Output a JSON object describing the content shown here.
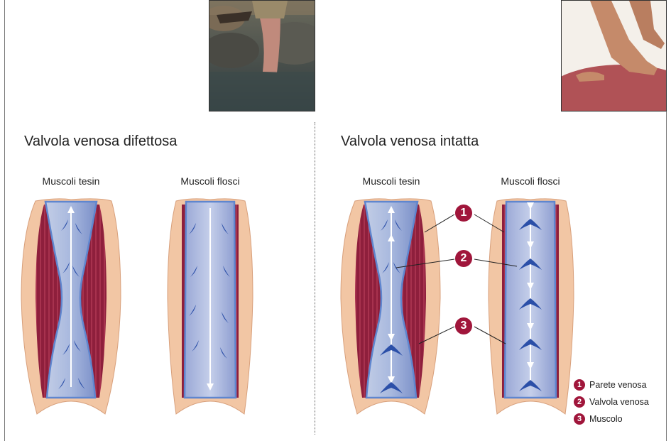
{
  "left_panel": {
    "title": "Valvola venosa difettosa",
    "tense_label": "Muscoli tesin",
    "flaccid_label": "Muscoli flosci"
  },
  "right_panel": {
    "title": "Valvola venosa intatta",
    "tense_label": "Muscoli tesin",
    "flaccid_label": "Muscoli flosci"
  },
  "callouts": [
    "1",
    "2",
    "3"
  ],
  "legend": [
    {
      "num": "1",
      "label": "Parete venosa"
    },
    {
      "num": "2",
      "label": "Valvola venosa"
    },
    {
      "num": "3",
      "label": "Muscolo"
    }
  ],
  "colors": {
    "skin": "#f2c6a4",
    "muscle": "#8e1f3c",
    "vein_edge": "#5f86cf",
    "valve": "#2b4fa8",
    "callout": "#a0163b"
  }
}
